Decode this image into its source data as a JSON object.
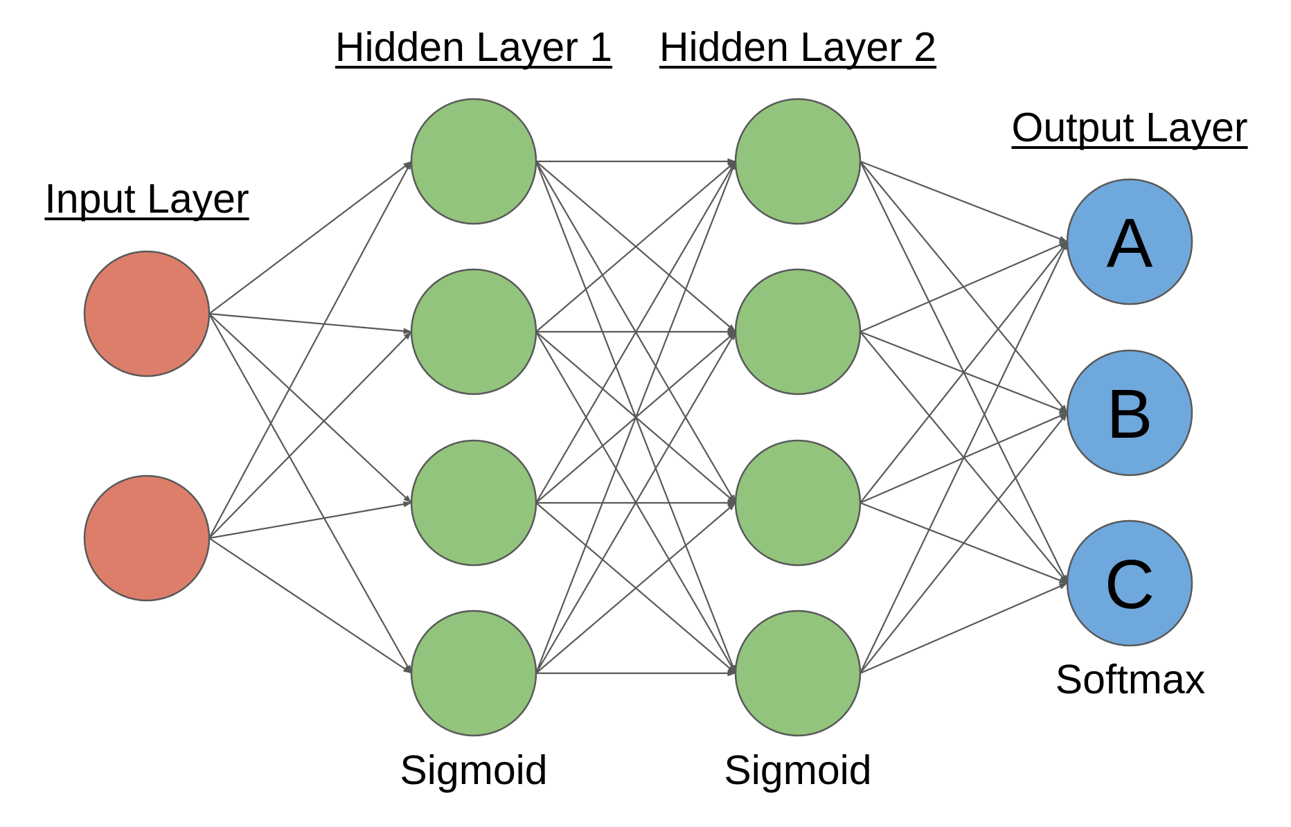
{
  "diagram": {
    "title": "Feed-forward neural network",
    "edge_color": "#595959",
    "layers": [
      {
        "id": "input",
        "title": "Input Layer",
        "activation": "",
        "node_color": "#DD7E6B",
        "nodes": [
          "",
          ""
        ]
      },
      {
        "id": "hidden1",
        "title": "Hidden Layer 1",
        "activation": "Sigmoid",
        "node_color": "#93C47D",
        "nodes": [
          "",
          "",
          "",
          ""
        ]
      },
      {
        "id": "hidden2",
        "title": "Hidden Layer 2",
        "activation": "Sigmoid",
        "node_color": "#93C47D",
        "nodes": [
          "",
          "",
          "",
          ""
        ]
      },
      {
        "id": "output",
        "title": "Output Layer",
        "activation": "Softmax",
        "node_color": "#6FA8DC",
        "nodes": [
          "A",
          "B",
          "C"
        ]
      }
    ],
    "connections": "fully-connected",
    "directed": true
  }
}
